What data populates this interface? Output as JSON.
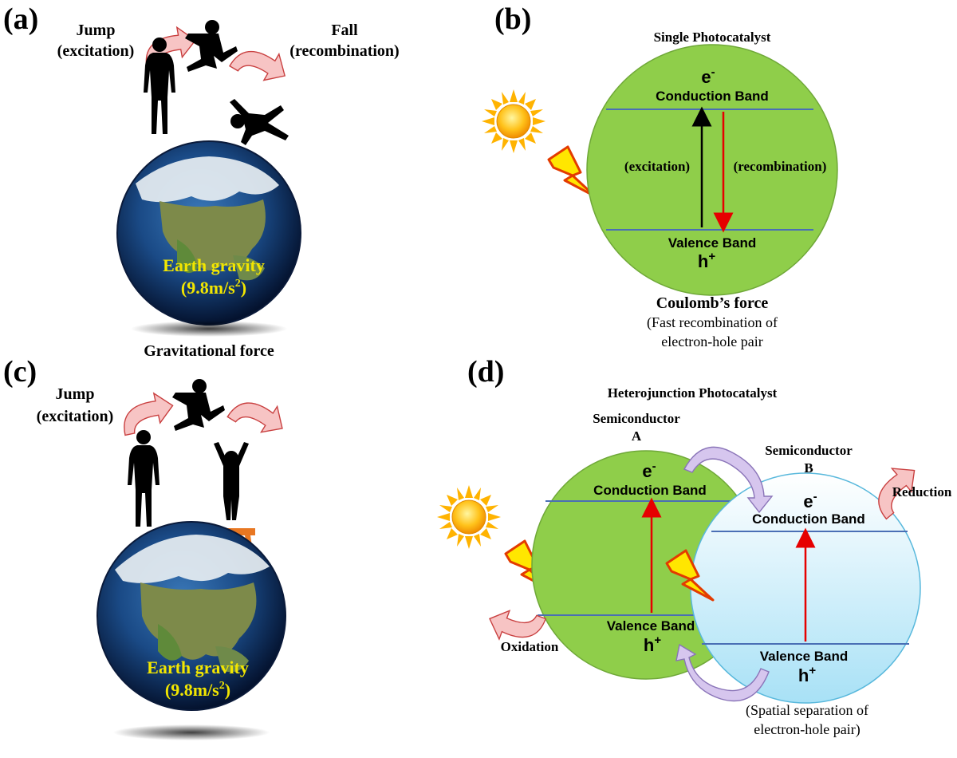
{
  "panels": {
    "a": {
      "label": "(a)",
      "jump": [
        "Jump",
        "(excitation)"
      ],
      "fall": [
        "Fall",
        "(recombination)"
      ],
      "gravity": [
        "Earth gravity",
        "(9.8m/s",
        "2",
        ")"
      ],
      "force": "Gravitational force"
    },
    "b": {
      "label": "(b)",
      "title": "Single Photocatalyst",
      "electron": "e",
      "electron_sup": "-",
      "cb": "Conduction Band",
      "vb": "Valence Band",
      "hole": "h",
      "hole_sup": "+",
      "excitation": "(excitation)",
      "recombination": "(recombination)",
      "force": "Coulomb’s force",
      "note": [
        "(Fast recombination of",
        "electron-hole pair"
      ]
    },
    "c": {
      "label": "(c)",
      "jump": [
        "Jump",
        "(excitation)"
      ],
      "gravity": [
        "Earth gravity",
        "(9.8m/s",
        "2",
        ")"
      ]
    },
    "d": {
      "label": "(d)",
      "title": "Heterojunction Photocatalyst",
      "semi_a": [
        "Semiconductor",
        "A"
      ],
      "semi_b": [
        "Semiconductor",
        "B"
      ],
      "electron": "e",
      "electron_sup": "-",
      "hole": "h",
      "hole_sup": "+",
      "cb": "Conduction Band",
      "vb": "Valence Band",
      "oxidation": "Oxidation",
      "reduction": "Reduction",
      "note": [
        "(Spatial separation of",
        "electron-hole pair)"
      ]
    }
  },
  "colors": {
    "green_circle": "#8fce4a",
    "blue_circle": "#c7ecf7",
    "band_line": "#4a6fb5",
    "red_arrow": "#e60000",
    "yellow_text": "#f2e600",
    "curved_arrow_red": "#f2b1b1",
    "curved_arrow_purple": "#c9b6e6",
    "stool": "#e87722"
  },
  "icons": [
    "sun-icon",
    "lightning-icon",
    "earth-globe-icon",
    "person-standing-icon",
    "person-jumping-icon",
    "person-falling-icon",
    "person-arms-up-icon",
    "stool-icon",
    "curved-arrow-icon"
  ]
}
